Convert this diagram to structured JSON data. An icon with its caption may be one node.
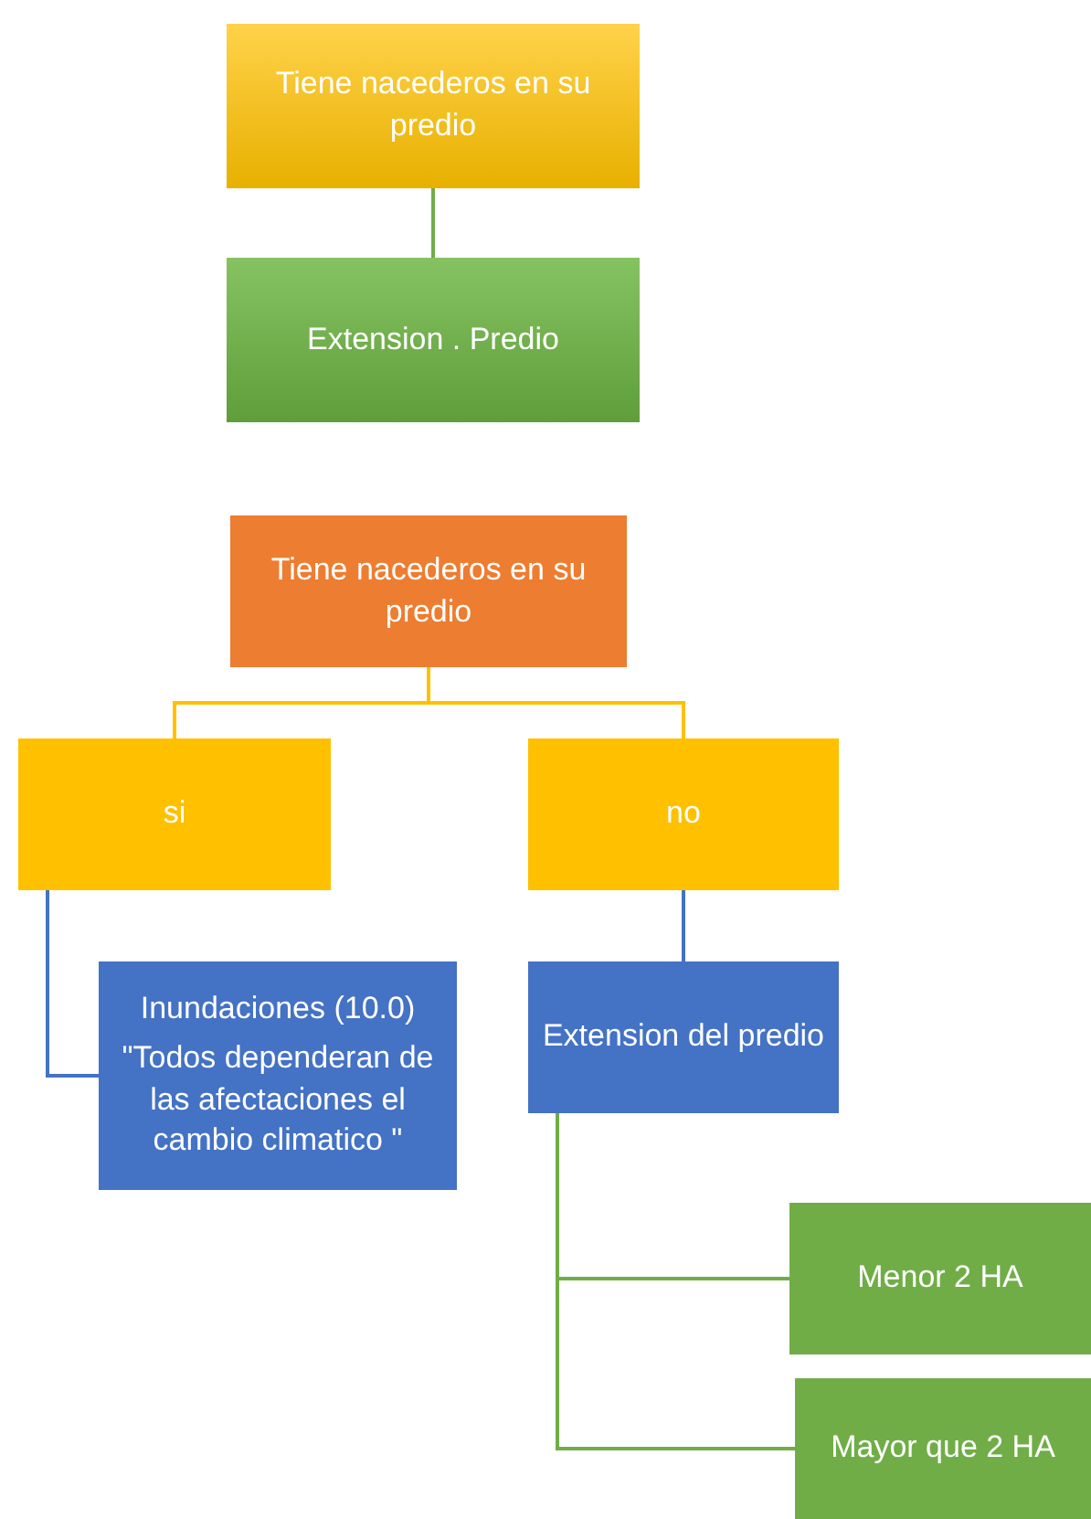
{
  "diagram": {
    "nodes": [
      {
        "text": [
          "Tiene nacederos en su predio"
        ]
      },
      {
        "text": [
          "Extension . Predio"
        ]
      },
      {
        "text": [
          "Tiene nacederos en su predio"
        ]
      },
      {
        "text": [
          "si"
        ]
      },
      {
        "text": [
          "no"
        ]
      },
      {
        "text": [
          "Inundaciones (10.0)",
          "\"Todos dependeran de las afectaciones el cambio climatico \""
        ]
      },
      {
        "text": [
          "Extension del predio"
        ]
      },
      {
        "text": [
          "Menor 2 HA"
        ]
      },
      {
        "text": [
          "Mayor que 2 HA"
        ]
      }
    ],
    "edges": [
      {
        "from": 0,
        "to": 1,
        "arrow": "none"
      },
      {
        "from": 2,
        "to": 3,
        "arrow": "none",
        "color": "#ffc000"
      },
      {
        "from": 2,
        "to": 4,
        "arrow": "none",
        "color": "#ffc000"
      },
      {
        "from": 3,
        "to": 5,
        "arrow": "none",
        "color": "#4472c4"
      },
      {
        "from": 4,
        "to": 6,
        "arrow": "none",
        "color": "#4472c4"
      },
      {
        "from": 6,
        "to": 7,
        "arrow": "none"
      },
      {
        "from": 6,
        "to": 8,
        "arrow": "none"
      }
    ]
  }
}
